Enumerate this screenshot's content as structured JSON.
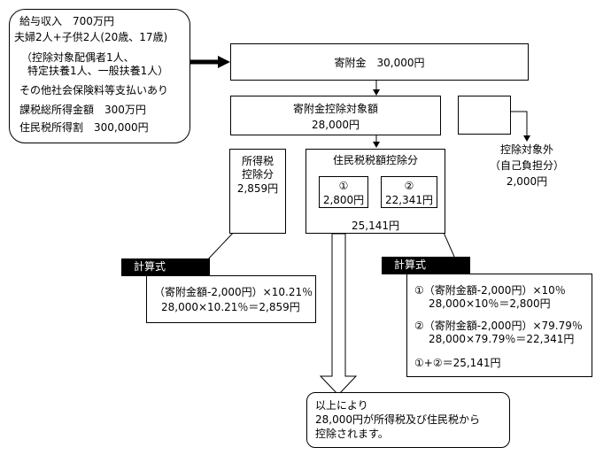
{
  "conditions": {
    "lines": [
      "給与収入　700万円",
      "夫婦2人+子供2人(20歳、17歳)",
      "（控除対象配偶者1人、",
      "特定扶養1人、一般扶養1人）",
      "その他社会保険料等支払いあり",
      "課税総所得金額　300万円",
      "住民税所得割　300,000円"
    ]
  },
  "donation": {
    "label": "寄附金　30,000円"
  },
  "deductible": {
    "label": "寄附金控除対象額",
    "value": "28,000円"
  },
  "excluded": {
    "label": "控除対象外",
    "sub": "（自己負担分）",
    "value": "2,000円"
  },
  "income_tax": {
    "label1": "所得税",
    "label2": "控除分",
    "value": "2,859円"
  },
  "resident_tax": {
    "label": "住民税税額控除分",
    "part1": {
      "mark": "①",
      "value": "2,800円"
    },
    "part2": {
      "mark": "②",
      "value": "22,341円"
    },
    "total": "25,141円"
  },
  "formula_left": {
    "tag": "計算式",
    "line1": "（寄附金額-2,000円）×10.21％",
    "line2": "28,000×10.21％＝2,859円"
  },
  "formula_right": {
    "tag": "計算式",
    "line1": "①（寄附金額-2,000円）×10％",
    "line2": "28,000×10％＝2,800円",
    "line3": "②（寄附金額-2,000円）×79.79％",
    "line4": "28,000×79.79％＝22,341円",
    "line5": "①+②＝25,141円"
  },
  "conclusion": {
    "line1": "以上により",
    "line2": "28,000円が所得税及び住民税から",
    "line3": "控除されます。"
  }
}
